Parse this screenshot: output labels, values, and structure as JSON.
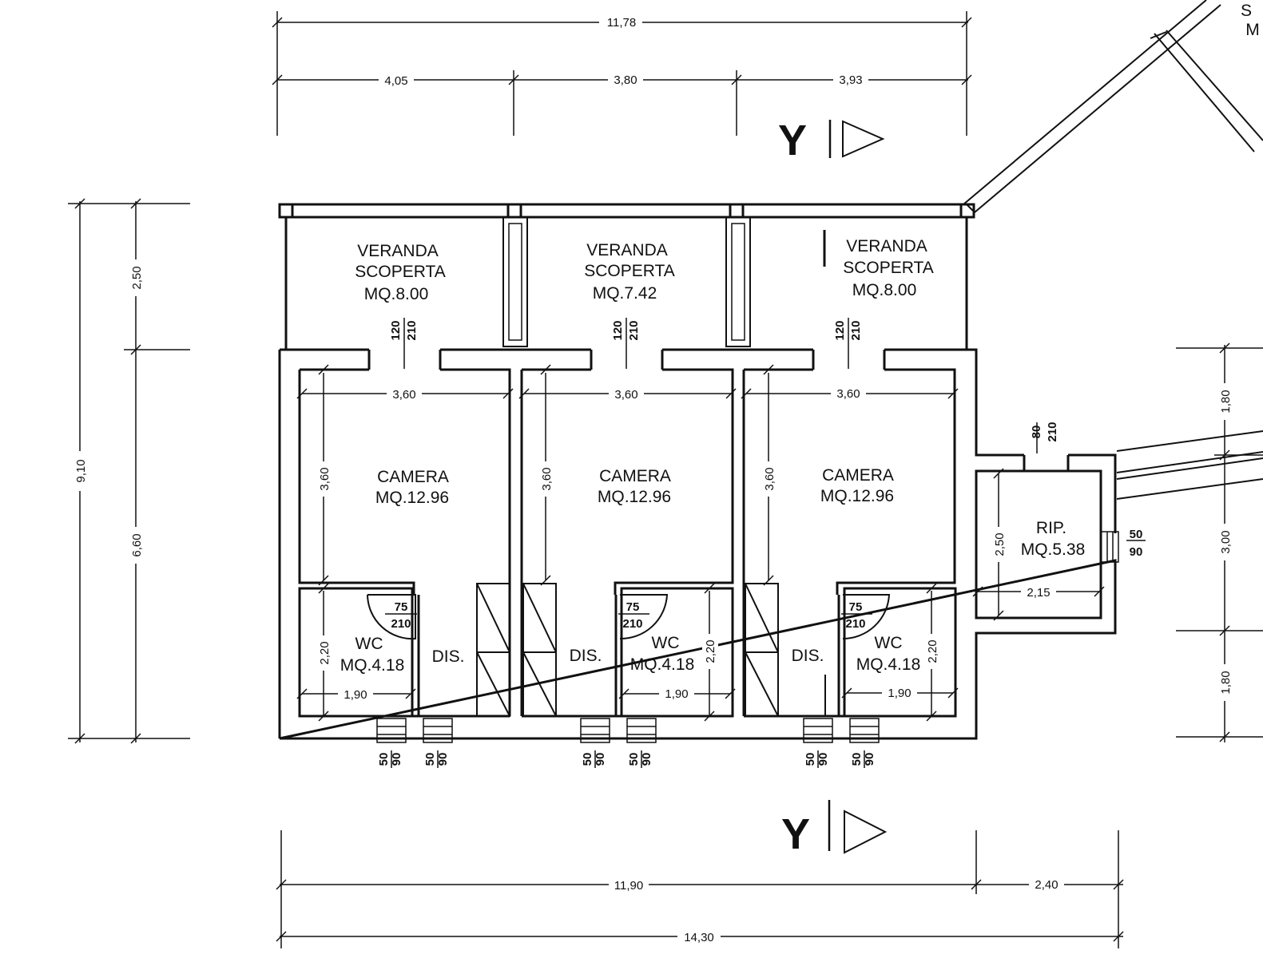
{
  "section_marker": "Y",
  "rooms": {
    "veranda1": {
      "name1": "VERANDA",
      "name2": "SCOPERTA",
      "area": "MQ.8.00"
    },
    "veranda2": {
      "name1": "VERANDA",
      "name2": "SCOPERTA",
      "area": "MQ.7.42"
    },
    "veranda3": {
      "name1": "VERANDA",
      "name2": "SCOPERTA",
      "area": "MQ.8.00"
    },
    "camera1": {
      "name": "CAMERA",
      "area": "MQ.12.96"
    },
    "camera2": {
      "name": "CAMERA",
      "area": "MQ.12.96"
    },
    "camera3": {
      "name": "CAMERA",
      "area": "MQ.12.96"
    },
    "wc1": {
      "name": "WC",
      "area": "MQ.4.18"
    },
    "wc2": {
      "name": "WC",
      "area": "MQ.4.18"
    },
    "wc3": {
      "name": "WC",
      "area": "MQ.4.18"
    },
    "dis1": {
      "name": "DIS."
    },
    "dis2": {
      "name": "DIS."
    },
    "dis3": {
      "name": "DIS."
    },
    "rip": {
      "name": "RIP.",
      "area": "MQ.5.38"
    }
  },
  "dims": {
    "top_total": "11,78",
    "top_a": "4,05",
    "top_b": "3,80",
    "top_c": "3,93",
    "left_total": "9,10",
    "left_upper": "2,50",
    "left_lower": "6,60",
    "right_a": "1,80",
    "right_b": "3,00",
    "right_c": "1,80",
    "bottom_main": "11,90",
    "bottom_ext": "2,40",
    "bottom_total": "14,30",
    "cam_w": "3,60",
    "cam_h": "3,60",
    "wc_w": "1,90",
    "wc_h": "2,20",
    "rip_w": "2,15",
    "rip_h": "2,50"
  },
  "openings": {
    "veranda_door": {
      "w": "120",
      "h": "210"
    },
    "wc_door": {
      "w": "75",
      "h": "210"
    },
    "rip_door": {
      "w": "80",
      "h": "210"
    },
    "window": {
      "w": "50",
      "h": "90"
    }
  },
  "corner_text": {
    "line1": "S",
    "line2": "M"
  }
}
